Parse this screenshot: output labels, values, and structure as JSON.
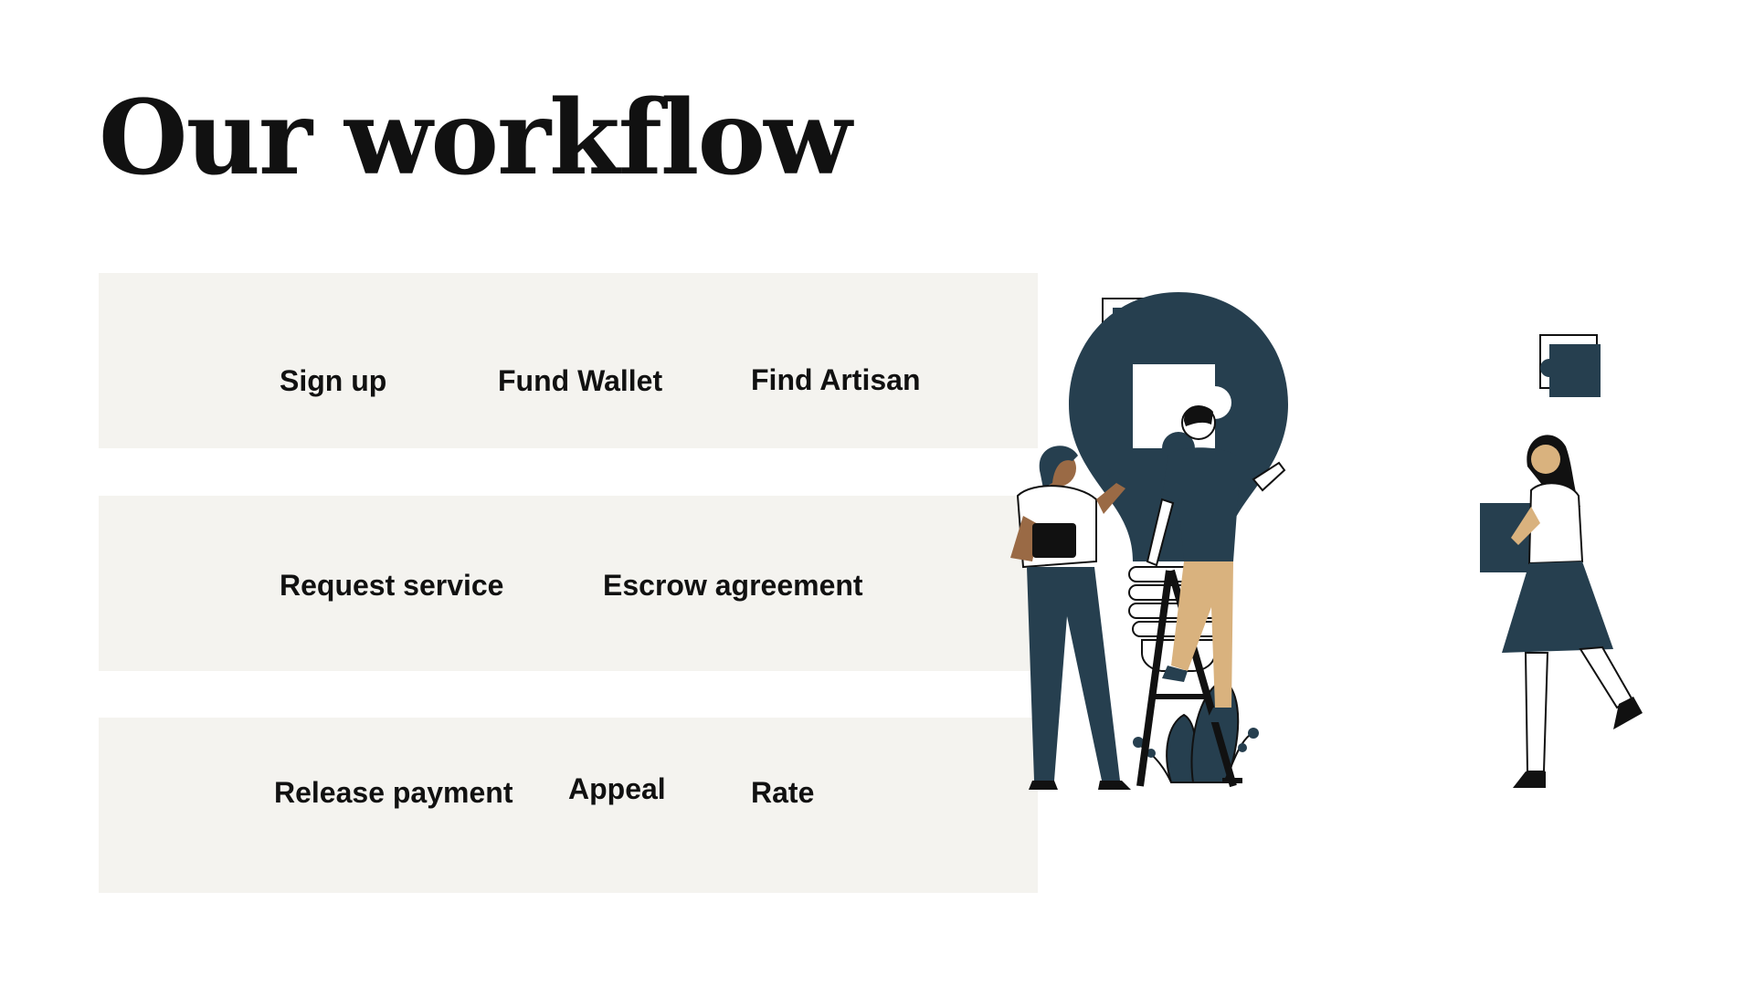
{
  "slide": {
    "title": "Our workflow"
  },
  "steps": {
    "row1": [
      "Sign up",
      "Fund Wallet",
      "Find Artisan"
    ],
    "row2": [
      "Request service",
      "Escrow agreement"
    ],
    "row3": [
      "Release payment",
      "Appeal",
      "Rate"
    ]
  },
  "colors": {
    "panel": "#f4f3ef",
    "navy": "#263f4f",
    "tan": "#d9b27e",
    "skin_dark": "#9a6a45",
    "text": "#111111"
  },
  "illustration": {
    "icon": "teamwork-lightbulb-puzzle-icon"
  }
}
